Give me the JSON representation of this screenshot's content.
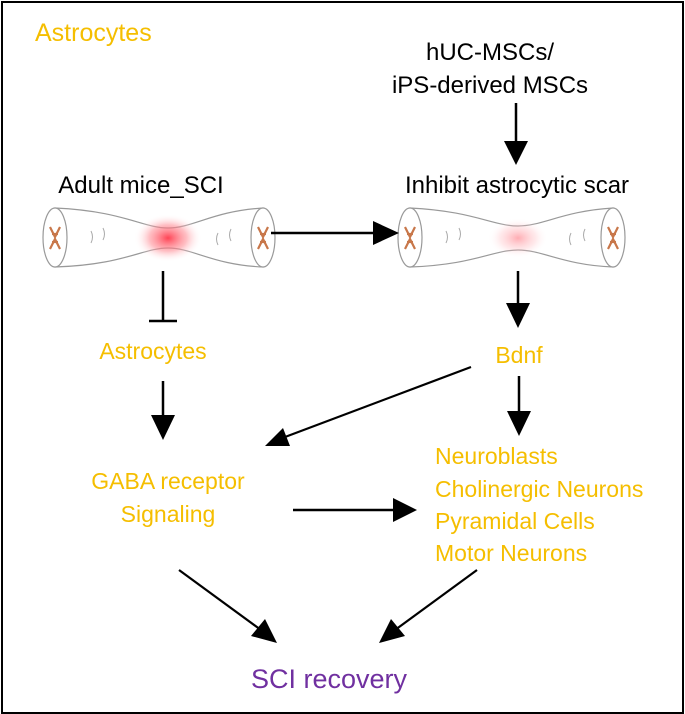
{
  "panel_title": "Astrocytes",
  "source_line1": "hUC-MSCs/",
  "source_line2": "iPS-derived MSCs",
  "left_cord_label": "Adult mice_SCI",
  "right_cord_label": "Inhibit  astrocytic scar",
  "left_node": "Astrocytes",
  "bdnf_node": "Bdnf",
  "gaba_line1": "GABA receptor",
  "gaba_line2": "Signaling",
  "neuron_types": [
    "Neuroblasts",
    "Cholinergic Neurons",
    "Pyramidal Cells",
    "Motor Neurons"
  ],
  "outcome": "SCI recovery",
  "colors": {
    "gold": "#F5BE00",
    "purple": "#7030A0",
    "black": "#000000",
    "injury": "#FF4D5E",
    "neuron": "#F0A070"
  }
}
